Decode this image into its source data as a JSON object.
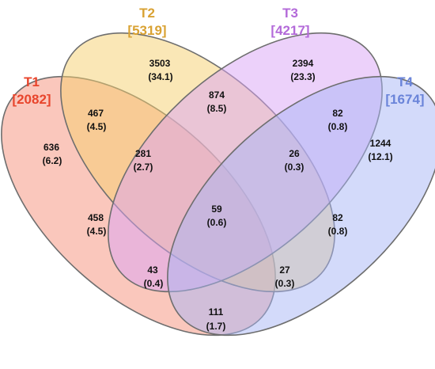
{
  "sets": [
    {
      "key": "t1",
      "name": "T1",
      "total": "[2082]",
      "color": "#e8452c",
      "fill": "#f7a28f"
    },
    {
      "key": "t2",
      "name": "T2",
      "total": "[5319]",
      "color": "#d9a233",
      "fill": "#f5cf6e"
    },
    {
      "key": "t3",
      "name": "T3",
      "total": "[4217]",
      "color": "#b36ad9",
      "fill": "#d9a3f5"
    },
    {
      "key": "t4",
      "name": "T4",
      "total": "[1674]",
      "color": "#6a84d9",
      "fill": "#a7b5f5"
    }
  ],
  "regions": {
    "t1_only": {
      "count": "636",
      "pct": "(6.2)"
    },
    "t2_only": {
      "count": "3503",
      "pct": "(34.1)"
    },
    "t3_only": {
      "count": "2394",
      "pct": "(23.3)"
    },
    "t4_only": {
      "count": "1244",
      "pct": "(12.1)"
    },
    "t1_t2": {
      "count": "467",
      "pct": "(4.5)"
    },
    "t2_t3": {
      "count": "874",
      "pct": "(8.5)"
    },
    "t3_t4": {
      "count": "82",
      "pct": "(0.8)"
    },
    "t1_t2_t3": {
      "count": "281",
      "pct": "(2.7)"
    },
    "t2_t3_t4": {
      "count": "26",
      "pct": "(0.3)"
    },
    "t1_t3": {
      "count": "458",
      "pct": "(4.5)"
    },
    "t2_t4": {
      "count": "82",
      "pct": "(0.8)"
    },
    "all": {
      "count": "59",
      "pct": "(0.6)"
    },
    "t1_t3_t4": {
      "count": "43",
      "pct": "(0.4)"
    },
    "t1_t2_t4": {
      "count": "27",
      "pct": "(0.3)"
    },
    "t1_t4": {
      "count": "111",
      "pct": "(1.7)"
    }
  }
}
